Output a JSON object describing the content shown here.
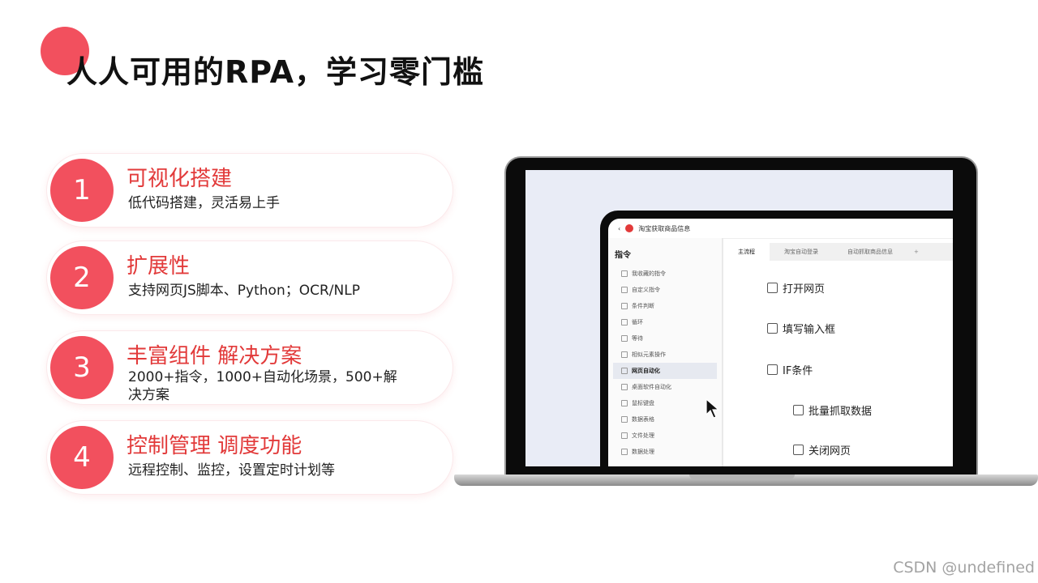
{
  "title": "人人可用的RPA，学习零门槛",
  "features": [
    {
      "num": "1",
      "title": "可视化搭建",
      "desc": "低代码搭建，灵活易上手"
    },
    {
      "num": "2",
      "title": "扩展性",
      "desc": "支持网页JS脚本、Python；OCR/NLP"
    },
    {
      "num": "3",
      "title": "丰富组件 解决方案",
      "desc": "2000+指令，1000+自动化场景，500+解决方案"
    },
    {
      "num": "4",
      "title": "控制管理 调度功能",
      "desc": "远程控制、监控，设置定时计划等"
    }
  ],
  "app": {
    "header_title": "淘宝获取商品信息",
    "sidebar_title": "指令",
    "sidebar_items": [
      "我收藏的指令",
      "自定义指令",
      "条件判断",
      "循环",
      "等待",
      "相似元素操作",
      "网页自动化",
      "桌面软件自动化",
      "鼠标键盘",
      "数据表格",
      "文件处理",
      "数据处理"
    ],
    "tabs": [
      "主流程",
      "淘宝自动登录",
      "自动抓取商品信息",
      "+"
    ],
    "flow_steps": [
      "打开网页",
      "填写输入框",
      "IF条件",
      "批量抓取数据",
      "关闭网页"
    ]
  },
  "watermark": "CSDN @undefined",
  "colors": {
    "accent": "#f2505e",
    "title_red": "#e23a3a"
  }
}
